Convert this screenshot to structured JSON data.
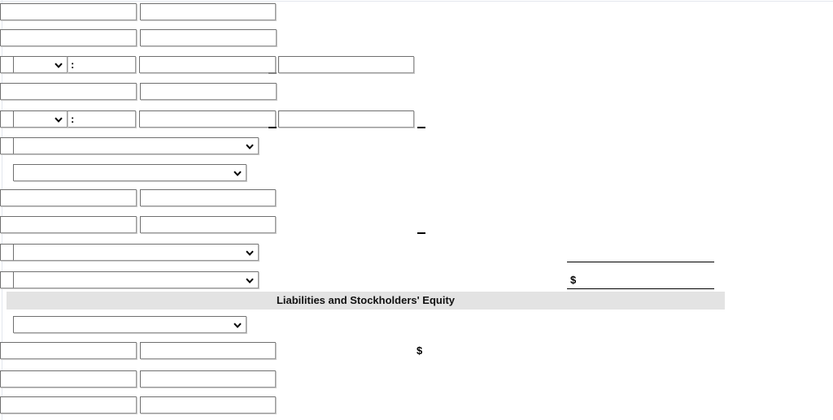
{
  "form": {
    "section_header": {
      "label": "Liabilities and Stockholders' Equity"
    },
    "symbols": {
      "colon": ":",
      "dollar": "$"
    },
    "placeholders": {
      "text": "",
      "amount": ""
    },
    "select_options": {
      "blank": "",
      "selected": ""
    },
    "rows": [
      {
        "id": "row-1",
        "label_value": "",
        "amount_value": ""
      },
      {
        "id": "row-2",
        "label_value": "",
        "mid_value": ""
      },
      {
        "id": "row-3",
        "prefix_select": "",
        "label_value": "",
        "mid_value": "",
        "amount_value": ""
      },
      {
        "id": "row-4",
        "label_value": "",
        "mid_value": ""
      },
      {
        "id": "row-5",
        "prefix_select": "",
        "label_value": "",
        "mid_value": "",
        "amount_value": ""
      },
      {
        "id": "row-6",
        "select_value": "",
        "amount_value": ""
      },
      {
        "id": "row-7",
        "select_value": ""
      },
      {
        "id": "row-8",
        "label_value": "",
        "amount_value": ""
      },
      {
        "id": "row-9",
        "label_value": "",
        "amount_value": ""
      },
      {
        "id": "row-10",
        "select_value": "",
        "amount_value": ""
      },
      {
        "id": "row-11",
        "select_value": "",
        "amount_value": ""
      },
      {
        "id": "row-12",
        "select_value": ""
      },
      {
        "id": "row-13",
        "label_value": "",
        "amount_value": ""
      },
      {
        "id": "row-14",
        "label_value": "",
        "amount_value": ""
      },
      {
        "id": "row-15",
        "label_value": "",
        "amount_value": ""
      }
    ]
  },
  "colors": {
    "band_background": "#e3e3e3",
    "field_border": "#6f6f6f",
    "page_background": "#ffffff",
    "rule": "#000000"
  }
}
